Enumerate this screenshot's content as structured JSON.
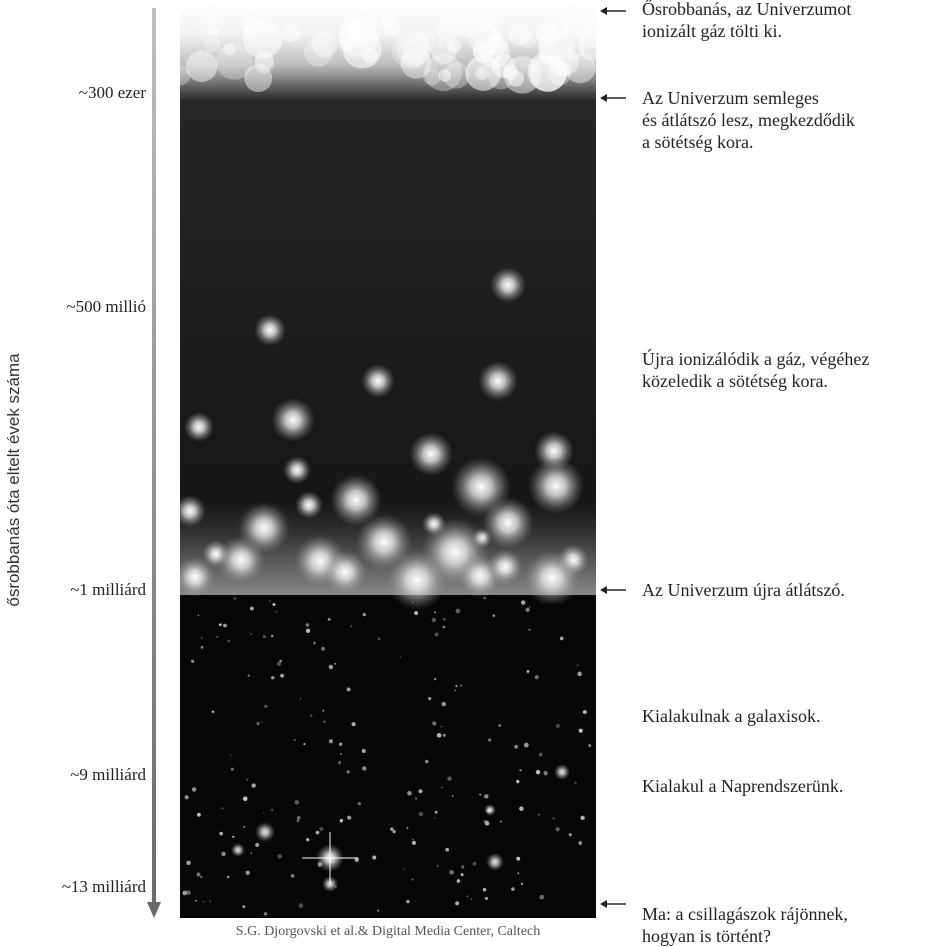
{
  "axis_label": "ősrobbanás óta eltelt évek száma",
  "time_marks": [
    {
      "id": "t300k",
      "label": "~300 ezer"
    },
    {
      "id": "t500m",
      "label": "~500 millió"
    },
    {
      "id": "t1b",
      "label": "~1 milliárd"
    },
    {
      "id": "t9b",
      "label": "~9 milliárd"
    },
    {
      "id": "t13b",
      "label": "~13 milliárd"
    }
  ],
  "events": {
    "e1": "Ősrobbanás, az Univerzumot\nionizált gáz tölti ki.",
    "e2": "Az Univerzum semleges\nés átlátszó lesz, megkezdődik\na sötétség kora.",
    "e3": "Újra ionizálódik a gáz, végéhez\nközeledik a sötétség kora.",
    "e4": "Az Univerzum újra átlátszó.",
    "e5": "Kialakulnak a galaxisok.",
    "e6": "Kialakul a Naprendszerünk.",
    "e7": "Ma: a csillagászok rájönnek,\nhogyan is történt?"
  },
  "credit": "S.G. Djorgovski et al.& Digital Media Center, Caltech"
}
